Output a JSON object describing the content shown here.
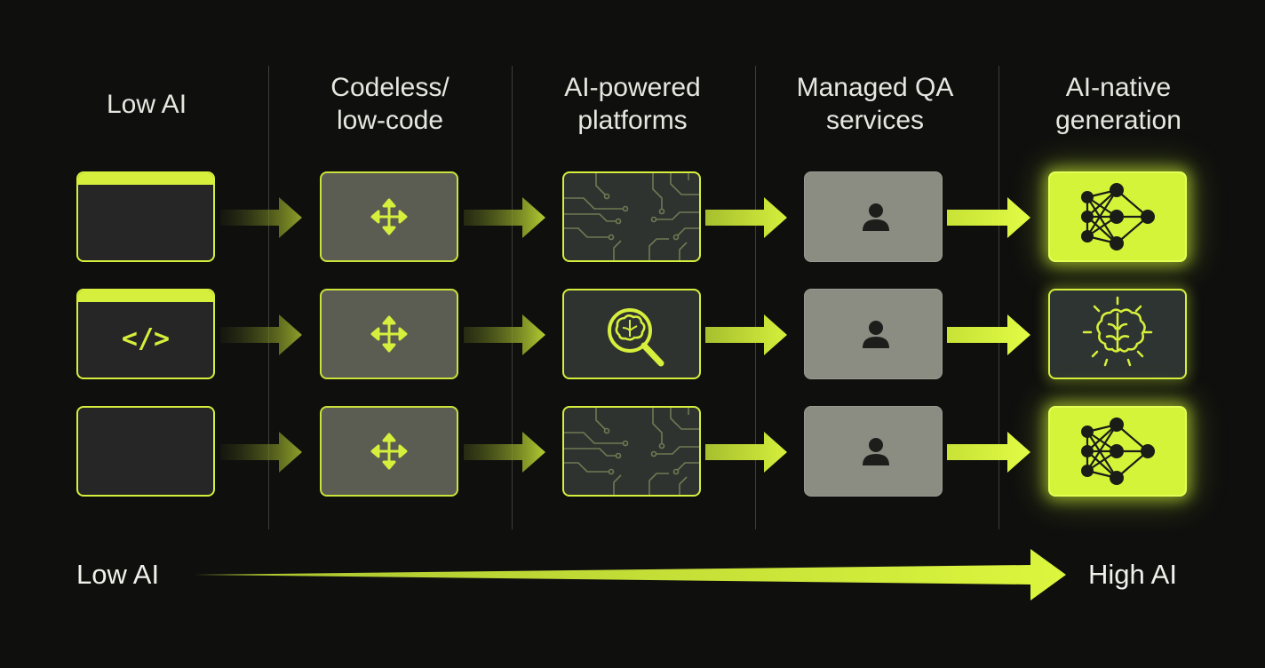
{
  "columns": [
    {
      "title": "Low AI"
    },
    {
      "title": "Codeless/\nlow-code"
    },
    {
      "title": "AI-powered\nplatforms"
    },
    {
      "title": "Managed QA\nservices"
    },
    {
      "title": "AI-native\ngeneration"
    }
  ],
  "icons": {
    "col1": [
      "blank-window-icon",
      "code-icon",
      "blank-window-icon"
    ],
    "col2": [
      "move-icon",
      "move-icon",
      "move-icon"
    ],
    "col3": [
      "circuit-icon",
      "brain-search-icon",
      "circuit-icon"
    ],
    "col4": [
      "person-icon",
      "person-icon",
      "person-icon"
    ],
    "col5": [
      "neural-network-icon",
      "brain-spark-icon",
      "neural-network-icon"
    ]
  },
  "code_glyph": "</>",
  "axis": {
    "low_label": "Low AI",
    "high_label": "High AI"
  },
  "colors": {
    "background": "#0f0f0e",
    "accent": "#d6ef3c",
    "managed_box": "#8c8d82",
    "lowcode_box": "#5b5d53"
  }
}
